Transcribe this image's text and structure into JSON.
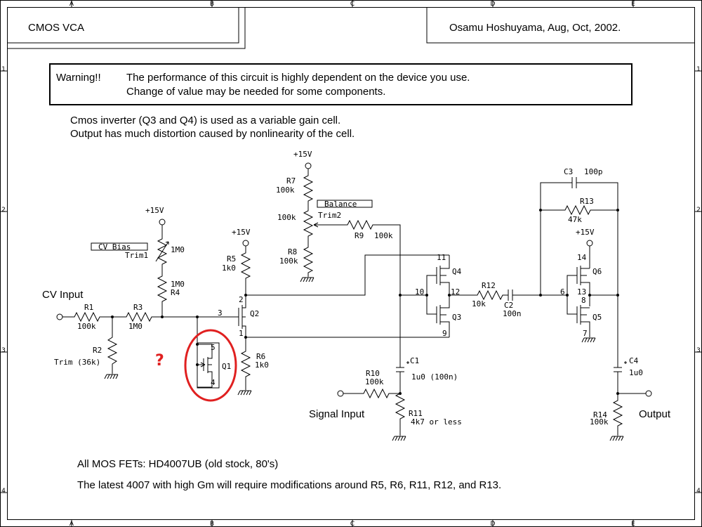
{
  "title_block": {
    "left": "CMOS VCA",
    "right": "Osamu Hoshuyama,  Aug, Oct, 2002."
  },
  "grid": {
    "columns": [
      "A",
      "B",
      "C",
      "D",
      "E"
    ],
    "rows": [
      "1",
      "2",
      "3",
      "4"
    ]
  },
  "warning": {
    "label": "Warning!!",
    "line1": "The performance of this circuit is highly dependent on the  device you use.",
    "line2": "Change of value may be needed for some components."
  },
  "notes": {
    "line1": "Cmos inverter (Q3 and Q4) is used as a variable gain cell.",
    "line2": "Output has much distortion caused by nonlinearity of the cell.",
    "line3": "All MOS FETs:  HD4007UB (old stock, 80's)",
    "line4": "The latest 4007 with high Gm will require modifications  around R5, R6, R11, R12, and R13."
  },
  "labels": {
    "cv_input": "CV Input",
    "signal_input": "Signal Input",
    "output": "Output",
    "cv_bias": "CV Bias",
    "balance": "Balance",
    "question_mark": "?",
    "supply": "+15V"
  },
  "components": {
    "R1": {
      "name": "R1",
      "value": "100k"
    },
    "R2": {
      "name": "R2",
      "value": "Trim (36k)"
    },
    "R3": {
      "name": "R3",
      "value": "1M0"
    },
    "R4": {
      "name": "R4",
      "value": "1M0"
    },
    "Trim1": {
      "name": "Trim1",
      "value": "1M0"
    },
    "R5": {
      "name": "R5",
      "value": "1k0"
    },
    "R6": {
      "name": "R6",
      "value": "1k0"
    },
    "R7": {
      "name": "R7",
      "value": "100k"
    },
    "Trim2": {
      "name": "Trim2",
      "value": "100k"
    },
    "R8": {
      "name": "R8",
      "value": "100k"
    },
    "R9": {
      "name": "R9",
      "value": "100k"
    },
    "R10": {
      "name": "R10",
      "value": "100k"
    },
    "R11": {
      "name": "R11",
      "value": "4k7 or less"
    },
    "R12": {
      "name": "R12",
      "value": "10k"
    },
    "R13": {
      "name": "R13",
      "value": "47k"
    },
    "R14": {
      "name": "R14",
      "value": "100k"
    },
    "C1": {
      "name": "C1",
      "value": "1u0 (100n)"
    },
    "C2": {
      "name": "C2",
      "value": "100n"
    },
    "C3": {
      "name": "C3",
      "value": "100p"
    },
    "C4": {
      "name": "C4",
      "value": "1u0"
    },
    "Q1": {
      "name": "Q1"
    },
    "Q2": {
      "name": "Q2"
    },
    "Q3": {
      "name": "Q3"
    },
    "Q4": {
      "name": "Q4"
    },
    "Q5": {
      "name": "Q5"
    },
    "Q6": {
      "name": "Q6"
    }
  },
  "pins": {
    "p1": "1",
    "p2": "2",
    "p3": "3",
    "p4": "4",
    "p5": "5",
    "p6": "6",
    "p7": "7",
    "p8": "8",
    "p9": "9",
    "p10": "10",
    "p11": "11",
    "p12": "12",
    "p13": "13",
    "p14": "14"
  },
  "colors": {
    "annotation": "#e02020",
    "ink": "#000000",
    "paper": "#ffffff"
  }
}
